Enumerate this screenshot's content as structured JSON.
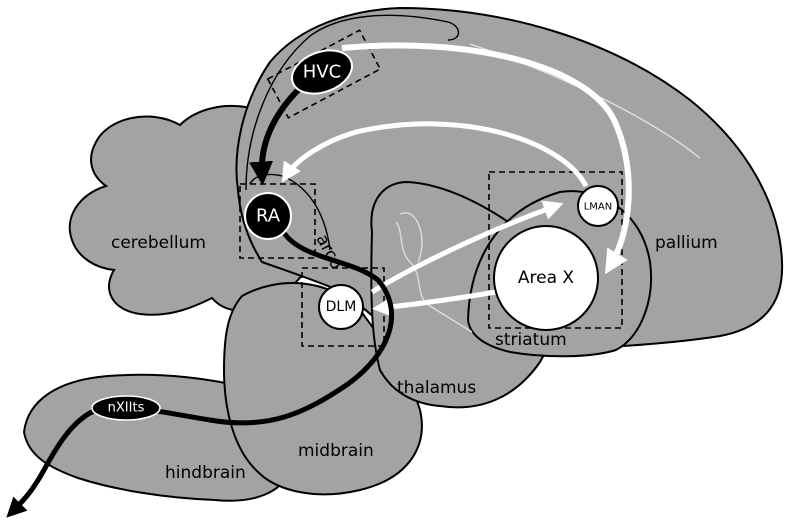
{
  "nuclei": {
    "hvc": "HVC",
    "ra": "RA",
    "lman": "LMAN",
    "area_x": "Area X",
    "dlm": "DLM",
    "nxiits": "nXIIts"
  },
  "regions": {
    "cerebellum": "cerebellum",
    "pallium": "pallium",
    "striatum": "striatum",
    "thalamus": "thalamus",
    "midbrain": "midbrain",
    "hindbrain": "hindbrain",
    "arco": "arco"
  },
  "colors": {
    "brain_fill": "#a3a3a3",
    "outline": "#000000",
    "pathway_white": "#ffffff",
    "pathway_black": "#000000"
  }
}
